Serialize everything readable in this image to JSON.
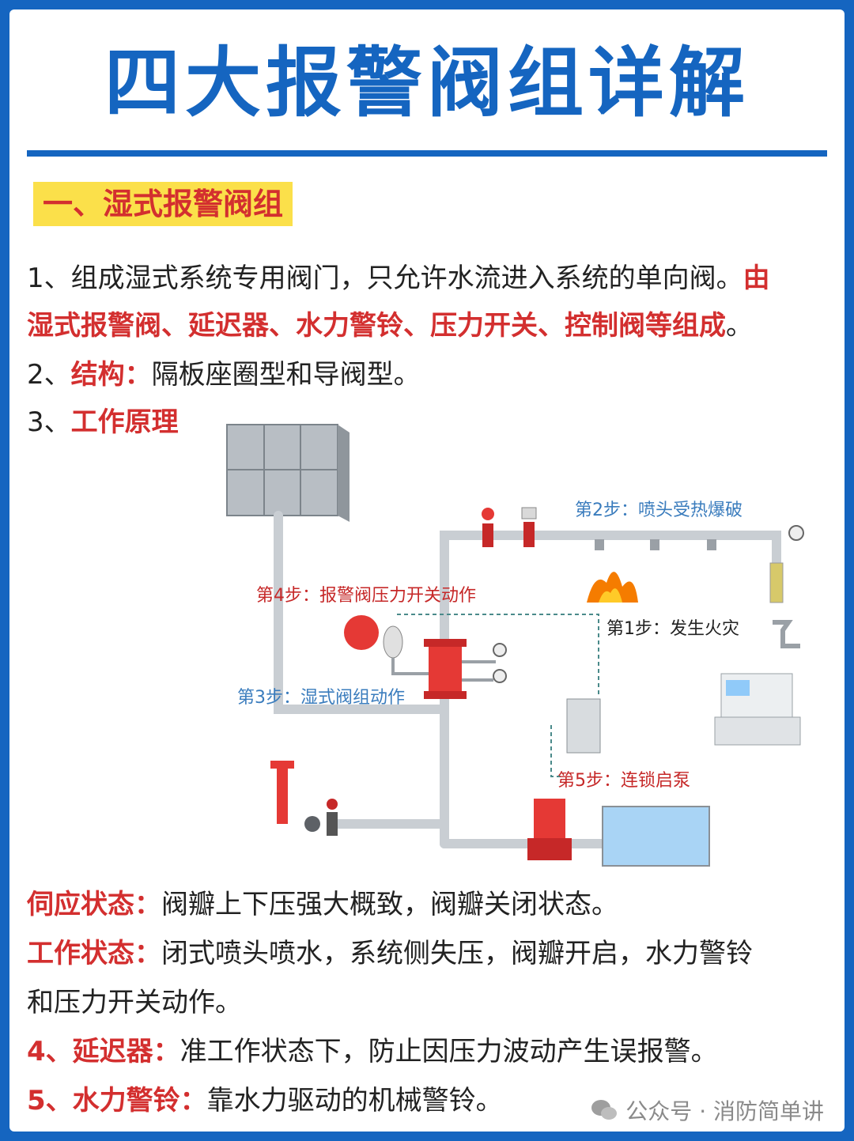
{
  "title": "四大报警阀组详解",
  "section1": {
    "heading": "一、湿式报警阀组",
    "p1_prefix": "1、组成湿式系统专用阀门，只允许水流进入系统的单向阀。",
    "p1_red_a": "由",
    "p1_red_b": "湿式报警阀、延迟器、水力警铃、压力开关、控制阀等组成",
    "p1_end": "。",
    "p2_num": "2、",
    "p2_label": "结构：",
    "p2_text": "隔板座圈型和导阀型。",
    "p3_num": "3、",
    "p3_label": "工作原理"
  },
  "diagram": {
    "step1": "第1步：发生火灾",
    "step2": "第2步：喷头受热爆破",
    "step3": "第3步：湿式阀组动作",
    "step4": "第4步：报警阀压力开关动作",
    "step5": "第5步：连锁启泵",
    "colors": {
      "pipe": "#c9ced3",
      "valve": "#e53935",
      "step_red": "#c62828",
      "step_blue": "#3a7cbd",
      "water": "#a9d4f5"
    }
  },
  "states": {
    "standby_label": "伺应状态：",
    "standby_text": "阀瓣上下压强大概致，阀瓣关闭状态。",
    "work_label": "工作状态：",
    "work_text_1": "闭式喷头喷水，系统侧失压，阀瓣开启，水力警铃",
    "work_text_2": "和压力开关动作。"
  },
  "items": {
    "i4_label": "4、延迟器：",
    "i4_text": "准工作状态下，防止因压力波动产生误报警。",
    "i5_label": "5、水力警铃：",
    "i5_text": "靠水力驱动的机械警铃。"
  },
  "watermark": {
    "icon": "wechat-icon",
    "text": "公众号 · 消防简单讲"
  }
}
